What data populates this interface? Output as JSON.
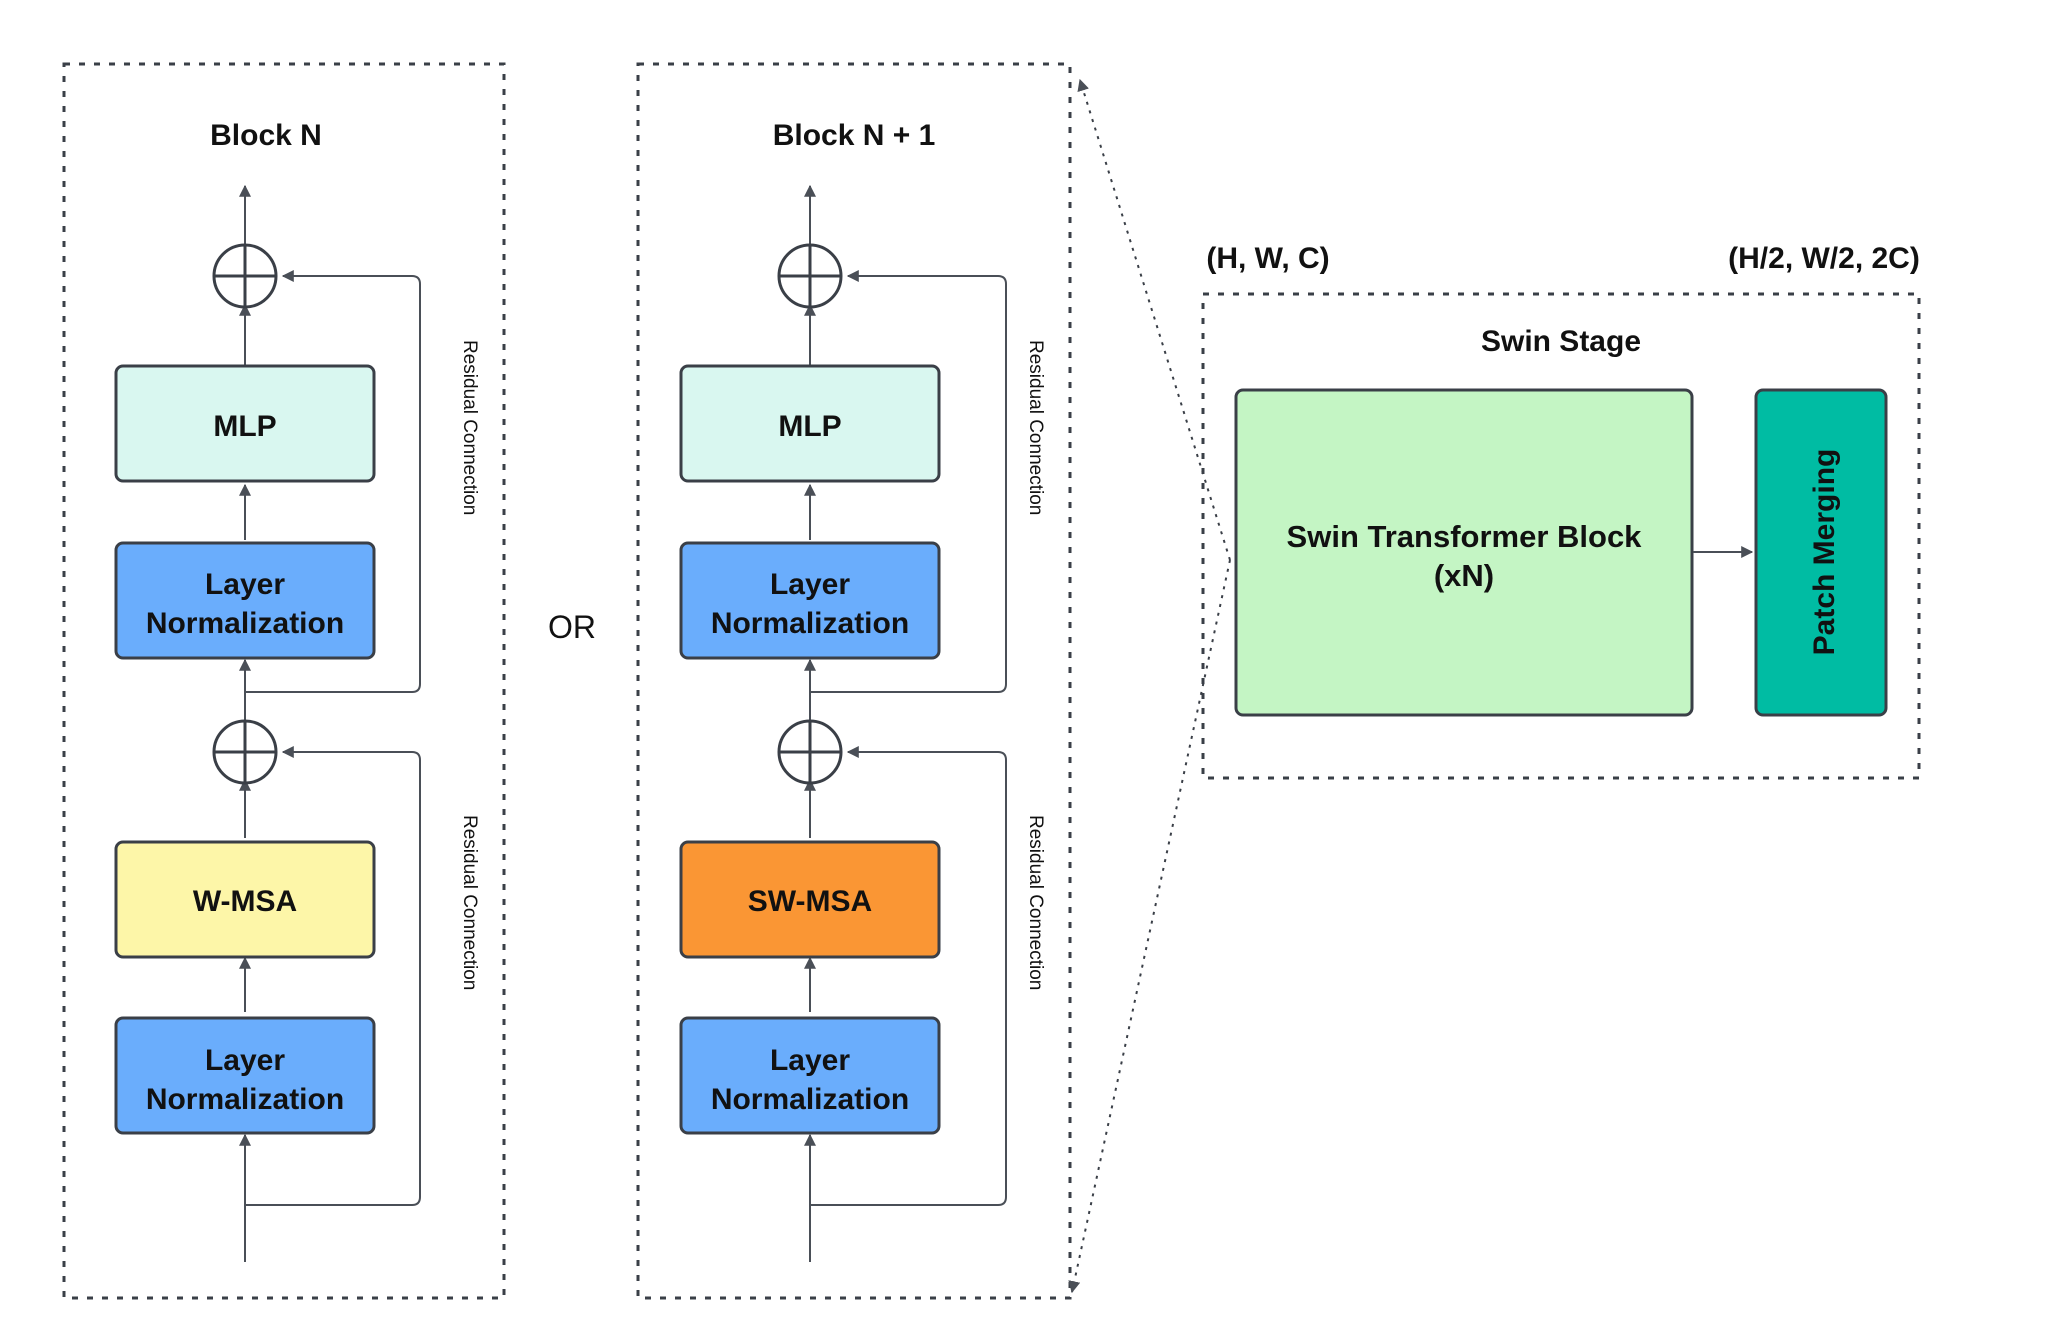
{
  "block_left": {
    "title": "Block N",
    "mlp": "MLP",
    "layer_norm_top": [
      "Layer",
      "Normalization"
    ],
    "attention": "W-MSA",
    "layer_norm_bottom": [
      "Layer",
      "Normalization"
    ],
    "residual_top": "Residual Connection",
    "residual_bottom": "Residual Connection"
  },
  "separator": "OR",
  "block_right": {
    "title": "Block N + 1",
    "mlp": "MLP",
    "layer_norm_top": [
      "Layer",
      "Normalization"
    ],
    "attention": "SW-MSA",
    "layer_norm_bottom": [
      "Layer",
      "Normalization"
    ],
    "residual_top": "Residual Connection",
    "residual_bottom": "Residual Connection"
  },
  "stage": {
    "input_shape": "(H, W, C)",
    "output_shape": "(H/2, W/2, 2C)",
    "title": "Swin Stage",
    "block_label": [
      "Swin Transformer Block",
      "(xN)"
    ],
    "merge_label": "Patch Merging"
  },
  "colors": {
    "mlp": "#d9f7f0",
    "layer_norm": "#6aadfc",
    "w_msa": "#fdf6a8",
    "sw_msa": "#fa9634",
    "swin_block": "#c4f5c4",
    "patch_merging": "#00bca3",
    "line": "#4a4f57"
  }
}
